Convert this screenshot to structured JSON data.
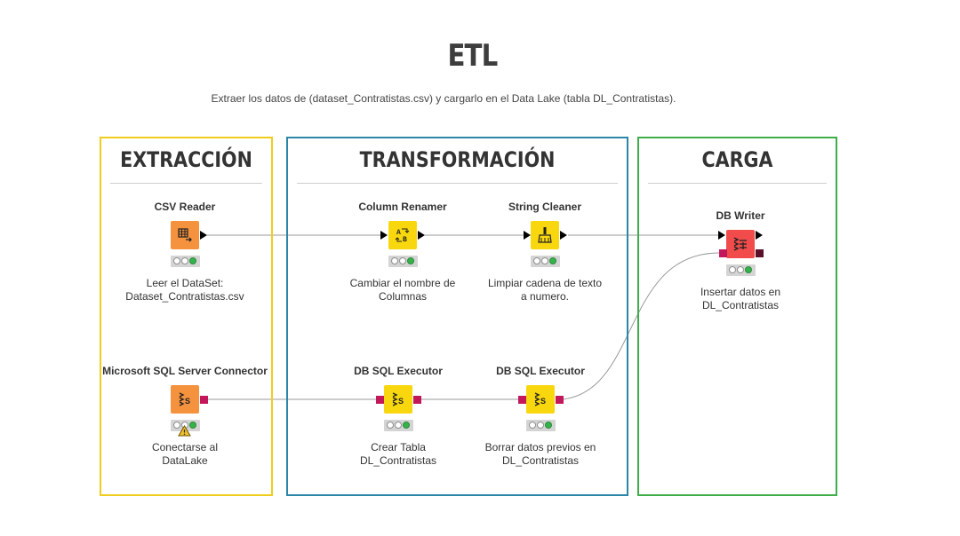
{
  "header": {
    "title": "ETL",
    "subtitle": "Extraer los datos de (dataset_Contratistas.csv) y cargarlo en el Data Lake (tabla DL_Contratistas)."
  },
  "colors": {
    "extraccion_border": "#f0cd1c",
    "transformacion_border": "#2c86a8",
    "carga_border": "#3fae49",
    "source_node": "#f5923e",
    "manipulator_node": "#f9d70e",
    "writer_node": "#f24b4b",
    "db_port": "#c2185b",
    "status_green": "#36b24a",
    "connection": "#999999"
  },
  "sections": {
    "extraccion": {
      "title": "EXTRACCIÓN"
    },
    "transformacion": {
      "title": "TRANSFORMACIÓN"
    },
    "carga": {
      "title": "CARGA"
    }
  },
  "nodes": {
    "csv_reader": {
      "label": "CSV Reader",
      "description": "Leer el DataSet: Dataset_Contratistas.csv",
      "icon": "table-arrow-icon",
      "status": "executed"
    },
    "sql_connector": {
      "label": "Microsoft SQL Server Connector",
      "description": "Conectarse al DataLake",
      "icon": "database-icon",
      "status": "warning"
    },
    "column_renamer": {
      "label": "Column Renamer",
      "description": "Cambiar el nombre de Columnas",
      "icon": "rename-icon",
      "status": "executed"
    },
    "string_cleaner": {
      "label": "String Cleaner",
      "description": "Limpiar cadena de texto a numero.",
      "icon": "broom-icon",
      "status": "executed"
    },
    "sql_executor_1": {
      "label": "DB SQL Executor",
      "description": "Crear Tabla DL_Contratistas",
      "icon": "database-icon",
      "status": "executed"
    },
    "sql_executor_2": {
      "label": "DB SQL Executor",
      "description": "Borrar datos previos en DL_Contratistas",
      "icon": "database-icon",
      "status": "executed"
    },
    "db_writer": {
      "label": "DB Writer",
      "description": "Insertar datos en DL_Contratistas",
      "icon": "writer-icon",
      "status": "executed"
    }
  }
}
